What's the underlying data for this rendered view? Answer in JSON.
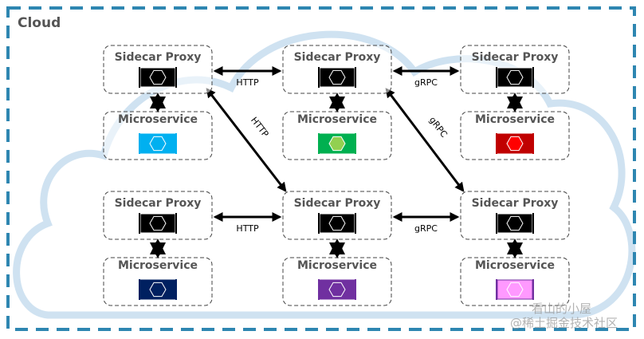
{
  "cloud": {
    "title": "Cloud",
    "border_color": "#2e86b1",
    "cloud_shape_color": "#cfe2f1"
  },
  "columns": [
    {
      "proxy": {
        "title": "Sidecar Proxy",
        "icon_color": "#000000"
      },
      "service": {
        "title": "Microservice",
        "icon_color": "#00b0f0",
        "hex_fill": "none"
      }
    },
    {
      "proxy": {
        "title": "Sidecar Proxy",
        "icon_color": "#000000"
      },
      "service": {
        "title": "Microservice",
        "icon_color": "#00b050",
        "hex_fill": "#92d050"
      }
    },
    {
      "proxy": {
        "title": "Sidecar Proxy",
        "icon_color": "#000000"
      },
      "service": {
        "title": "Microservice",
        "icon_color": "#c00000",
        "hex_fill": "#ff0000"
      }
    },
    {
      "proxy": {
        "title": "Sidecar Proxy",
        "icon_color": "#000000"
      },
      "service": {
        "title": "Microservice",
        "icon_color": "#002060",
        "hex_fill": "none"
      }
    },
    {
      "proxy": {
        "title": "Sidecar Proxy",
        "icon_color": "#000000"
      },
      "service": {
        "title": "Microservice",
        "icon_color": "#7030a0",
        "hex_fill": "none"
      }
    },
    {
      "proxy": {
        "title": "Sidecar Proxy",
        "icon_color": "#000000"
      },
      "service": {
        "title": "Microservice",
        "icon_color": "#ff99ff",
        "hex_fill": "none"
      }
    }
  ],
  "connections": [
    {
      "from": 0,
      "to": 1,
      "label": "HTTP"
    },
    {
      "from": 1,
      "to": 2,
      "label": "gRPC"
    },
    {
      "from": 3,
      "to": 4,
      "label": "HTTP"
    },
    {
      "from": 4,
      "to": 5,
      "label": "gRPC"
    },
    {
      "from": 0,
      "to": 4,
      "label": "HTTP"
    },
    {
      "from": 1,
      "to": 5,
      "label": "gRPC"
    }
  ],
  "watermark": {
    "line1": "看山的小屋",
    "line2": "@稀土掘金技术社区"
  }
}
